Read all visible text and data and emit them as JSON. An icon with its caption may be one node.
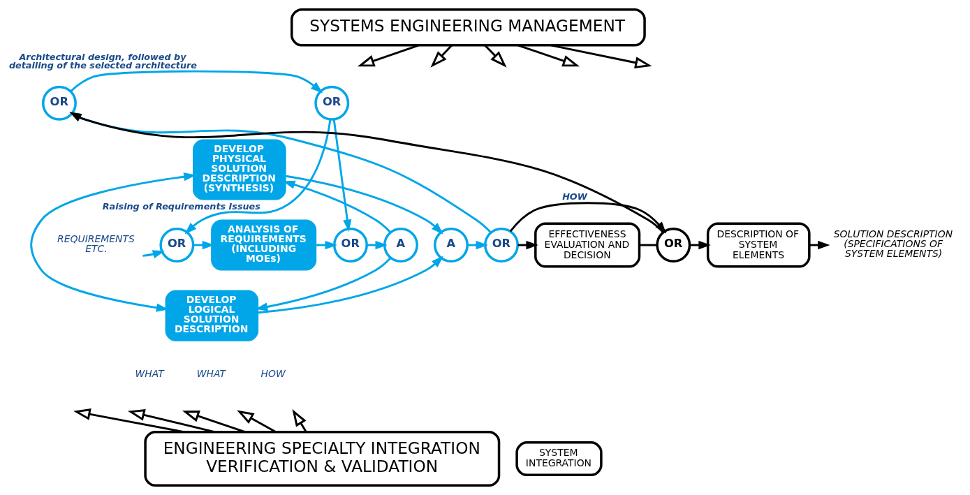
{
  "diagram": {
    "nodes": [
      {
        "text": [
          "SYSTEMS ENGINEERING MANAGEMENT"
        ]
      },
      {
        "text": [
          "REQUIREMENTS ETC."
        ]
      },
      {
        "text": [
          "OR"
        ]
      },
      {
        "text": [
          "ANALYSIS OF REQUIREMENTS (INCLUDING MOEs)"
        ]
      },
      {
        "text": [
          "OR"
        ]
      },
      {
        "text": [
          "A"
        ]
      },
      {
        "text": [
          "DEVELOP PHYSICAL SOLUTION DESCRIPTION (SYNTHESIS)"
        ]
      },
      {
        "text": [
          "DEVELOP LOGICAL SOLUTION DESCRIPTION"
        ]
      },
      {
        "text": [
          "A"
        ]
      },
      {
        "text": [
          "OR"
        ]
      },
      {
        "text": [
          "OR"
        ]
      },
      {
        "text": [
          "OR"
        ]
      },
      {
        "text": [
          "EFFECTIVENESS EVALUATION AND DECISION"
        ]
      },
      {
        "text": [
          "OR"
        ]
      },
      {
        "text": [
          "DESCRIPTION OF SYSTEM ELEMENTS"
        ]
      },
      {
        "text": [
          "SOLUTION DESCRIPTION",
          "(SPECIFICATIONS OF SYSTEM ELEMENTS)"
        ]
      },
      {
        "text": [
          "ENGINEERING SPECIALTY INTEGRATION VERIFICATION & VALIDATION"
        ]
      },
      {
        "text": [
          "SYSTEM INTEGRATION"
        ]
      }
    ],
    "edges": [
      {
        "from": 0,
        "to": null,
        "arrow": "to",
        "color": "#000000"
      },
      {
        "from": 0,
        "to": null,
        "arrow": "to",
        "color": "#000000"
      },
      {
        "from": 0,
        "to": null,
        "arrow": "to",
        "color": "#000000"
      },
      {
        "from": 0,
        "to": null,
        "arrow": "to",
        "color": "#000000"
      },
      {
        "from": 0,
        "to": null,
        "arrow": "to",
        "color": "#000000"
      },
      {
        "from": 1,
        "to": 2,
        "arrow": "to",
        "color": "#00a6e8"
      },
      {
        "from": 2,
        "to": 3,
        "arrow": "to",
        "color": "#00a6e8"
      },
      {
        "from": 3,
        "to": 4,
        "arrow": "to",
        "color": "#00a6e8"
      },
      {
        "from": 4,
        "to": 5,
        "arrow": "to",
        "color": "#00a6e8"
      },
      {
        "from": 5,
        "to": 6,
        "arrow": "to",
        "color": "#00a6e8"
      },
      {
        "from": 5,
        "to": 7,
        "arrow": "to",
        "color": "#00a6e8"
      },
      {
        "from": 6,
        "to": 7,
        "arrow": "both",
        "color": "#00a6e8"
      },
      {
        "from": 6,
        "to": 8,
        "arrow": "to",
        "color": "#00a6e8"
      },
      {
        "from": 7,
        "to": 8,
        "arrow": "to",
        "color": "#00a6e8"
      },
      {
        "from": 8,
        "to": 9,
        "arrow": "to",
        "color": "#00a6e8"
      },
      {
        "from": 9,
        "to": 10,
        "arrow": "to",
        "color": "#00a6e8"
      },
      {
        "from": 10,
        "to": 11,
        "arrow": "to",
        "label": "Architectural design, followed by detailing of the selected architecture",
        "color": "#00a6e8"
      },
      {
        "from": 11,
        "to": 2,
        "arrow": "to",
        "label": "Raising of Requirements Issues",
        "color": "#00a6e8"
      },
      {
        "from": 11,
        "to": 4,
        "arrow": "to",
        "color": "#00a6e8"
      },
      {
        "from": 9,
        "to": 12,
        "arrow": "to",
        "color": "#000000"
      },
      {
        "from": 9,
        "to": 13,
        "arrow": "to",
        "label": "HOW",
        "color": "#000000"
      },
      {
        "from": 12,
        "to": 13,
        "arrow": "none",
        "color": "#000000"
      },
      {
        "from": 13,
        "to": 10,
        "arrow": "to",
        "color": "#000000"
      },
      {
        "from": 13,
        "to": 14,
        "arrow": "to",
        "color": "#000000"
      },
      {
        "from": 14,
        "to": 15,
        "arrow": "to",
        "color": "#000000"
      },
      {
        "from": 16,
        "to": null,
        "arrow": "to",
        "color": "#000000"
      },
      {
        "from": 16,
        "to": null,
        "arrow": "to",
        "color": "#000000"
      },
      {
        "from": 16,
        "to": null,
        "arrow": "to",
        "color": "#000000"
      },
      {
        "from": 16,
        "to": null,
        "arrow": "to",
        "color": "#000000"
      },
      {
        "from": 16,
        "to": null,
        "arrow": "to",
        "color": "#000000"
      }
    ],
    "labels": [
      "WHAT",
      "WHAT",
      "HOW"
    ]
  }
}
